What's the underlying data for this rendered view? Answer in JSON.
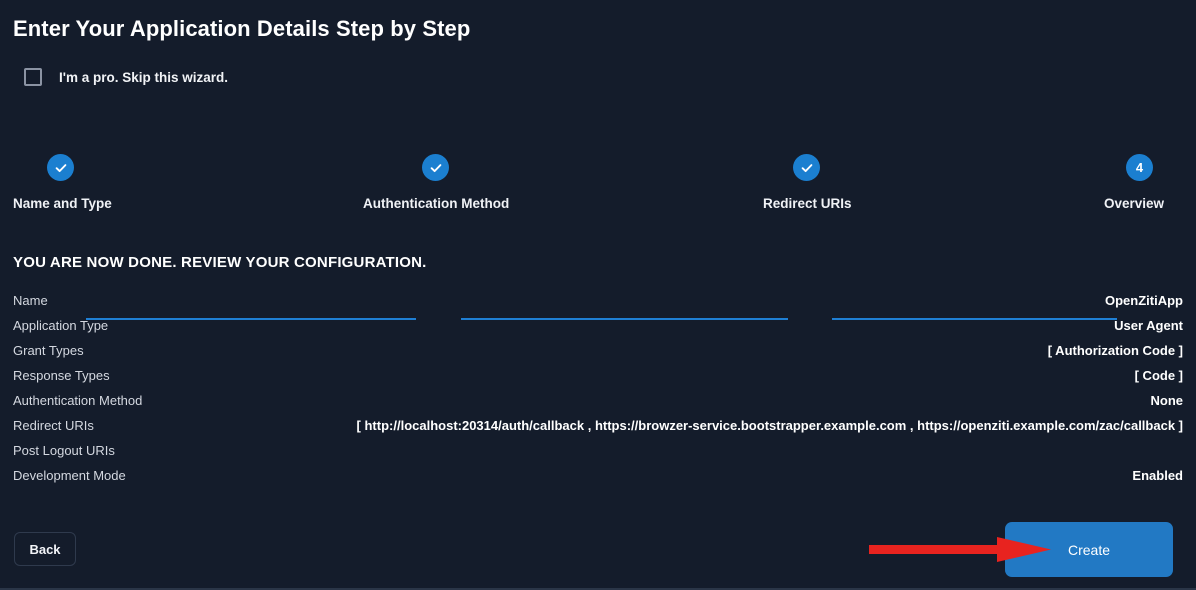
{
  "page": {
    "title": "Enter Your Application Details Step by Step",
    "background_color": "#141c2b",
    "accent_color": "#2279c4",
    "annotation_color": "#e8231f"
  },
  "skip_wizard": {
    "label": "I'm a pro. Skip this wizard.",
    "checked": false
  },
  "stepper": {
    "steps": [
      {
        "label": "Name and Type",
        "state": "complete",
        "marker": "check"
      },
      {
        "label": "Authentication Method",
        "state": "complete",
        "marker": "check"
      },
      {
        "label": "Redirect URIs",
        "state": "complete",
        "marker": "check"
      },
      {
        "label": "Overview",
        "state": "current",
        "marker": "4"
      }
    ]
  },
  "review": {
    "heading": "YOU ARE NOW DONE. REVIEW YOUR CONFIGURATION.",
    "rows": [
      {
        "label": "Name",
        "value": "OpenZitiApp"
      },
      {
        "label": "Application Type",
        "value": "User Agent"
      },
      {
        "label": "Grant Types",
        "value": "[ Authorization Code ]"
      },
      {
        "label": "Response Types",
        "value": "[ Code ]"
      },
      {
        "label": "Authentication Method",
        "value": "None"
      },
      {
        "label": "Redirect URIs",
        "value": "[ http://localhost:20314/auth/callback , https://browzer-service.bootstrapper.example.com , https://openziti.example.com/zac/callback ]"
      },
      {
        "label": "Post Logout URIs",
        "value": ""
      },
      {
        "label": "Development Mode",
        "value": "Enabled"
      }
    ]
  },
  "footer": {
    "back_label": "Back",
    "create_label": "Create"
  },
  "annotation": {
    "name": "red-arrow-pointing-to-create-button"
  }
}
